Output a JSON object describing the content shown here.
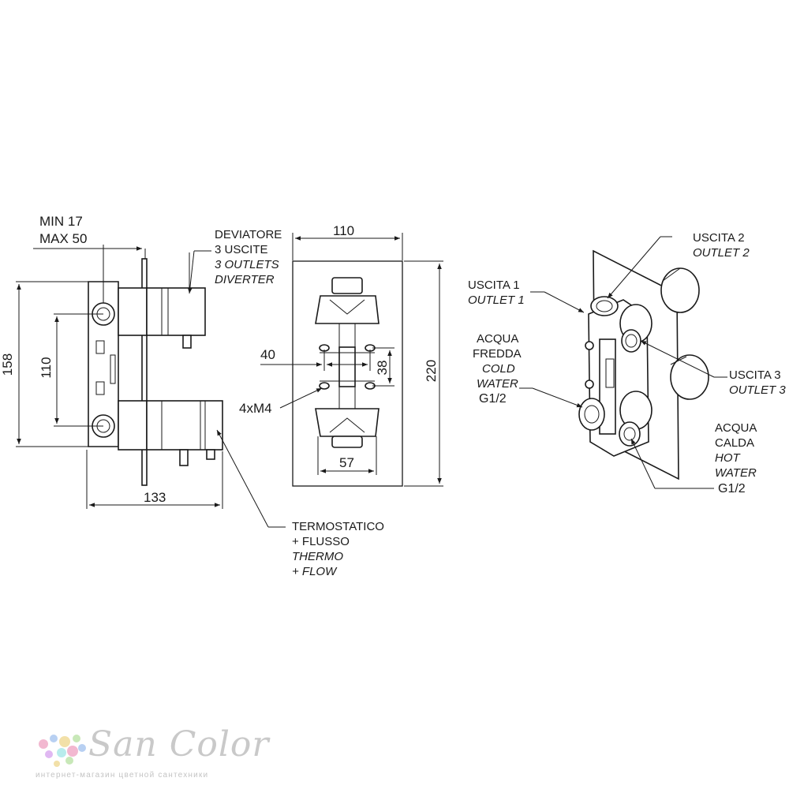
{
  "labels": {
    "min_thickness": "MIN 17",
    "max_thickness": "MAX 50",
    "diverter": [
      "DEVIATORE",
      "3 USCITE",
      "3 OUTLETS",
      "DIVERTER"
    ],
    "thermostatic": [
      "TERMOSTATICO",
      "+ FLUSSO",
      "THERMO",
      "+ FLOW"
    ],
    "screws": "4xM4",
    "outlet1": [
      "USCITA 1",
      "OUTLET 1"
    ],
    "outlet2": [
      "USCITA 2",
      "OUTLET 2"
    ],
    "outlet3": [
      "USCITA 3",
      "OUTLET 3"
    ],
    "cold_water": [
      "ACQUA",
      "FREDDA",
      "COLD",
      "WATER",
      "G1/2"
    ],
    "hot_water": [
      "ACQUA",
      "CALDA",
      "HOT",
      "WATER",
      "G1/2"
    ]
  },
  "dimensions": {
    "side_height": "158",
    "side_inner": "110",
    "side_depth": "133",
    "plate_width": "110",
    "plate_height": "220",
    "holes_horizontal": "40",
    "holes_vertical": "38",
    "port_spacing": "57"
  },
  "watermark": {
    "brand": "San Color",
    "tagline": "интернет-магазин цветной сантехники",
    "dot_colors": [
      "#f2b8d0",
      "#b8d0f2",
      "#f2e0a8",
      "#c8e8b8",
      "#e0b8f2",
      "#b8ecec"
    ]
  }
}
